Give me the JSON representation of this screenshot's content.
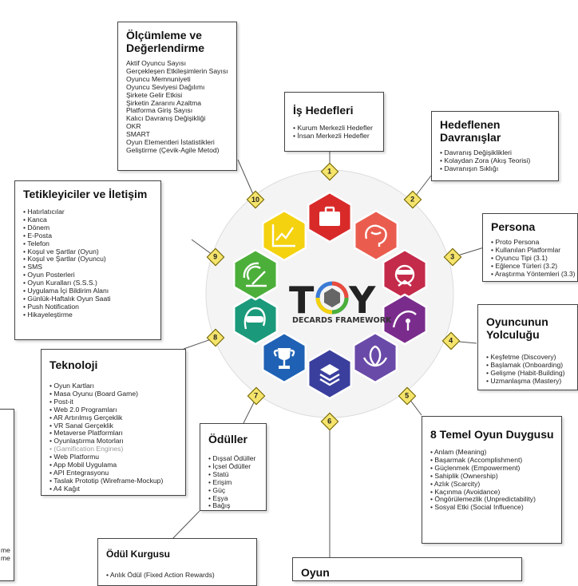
{
  "center": {
    "logo_t": "T",
    "logo_y": "Y",
    "subtitle": "DECARDS FRAMEWORK"
  },
  "boxes": {
    "olcumleme": {
      "title": "Ölçümleme ve Değerlendirme",
      "items": [
        "Aktif Oyuncu Sayısı",
        "Gerçekleşen Etkileşimlerin Sayısı",
        "Oyuncu Memnuniyeti",
        "Oyuncu Seviyesi Dağılımı",
        "Şirkete Gelir Etkisi",
        "Şirketin Zararını Azaltma",
        "Platforma Giriş Sayısı",
        "Kalıcı Davranış Değişikliği",
        "OKR",
        "SMART",
        "Oyun Elementleri İstatistikleri",
        "Geliştirme (Çevik-Agile Metod)"
      ]
    },
    "is_hedefleri": {
      "title": "İş Hedefleri",
      "items": [
        "Kurum Merkezli Hedefler",
        "İnsan Merkezli Hedefler"
      ]
    },
    "hedeflenen": {
      "title": "Hedeflenen Davranışlar",
      "items": [
        "Davranış Değişiklikleri",
        "Kolaydan Zora (Akış Teorisi)",
        "Davranışın Sıklığı"
      ]
    },
    "persona": {
      "title": "Persona",
      "items": [
        "Proto Persona",
        "Kullanılan Platformlar",
        "Oyuncu Tipi (3.1)",
        "Eğlence Türleri (3.2)",
        "Araştırma Yöntemleri (3.3)"
      ]
    },
    "yolculuk": {
      "title": "Oyuncunun Yolculuğu",
      "items": [
        "Keşfetme (Discovery)",
        "Başlamak (Onboarding)",
        "Gelişme (Habit-Building)",
        "Uzmanlaşma (Mastery)"
      ]
    },
    "sekiz": {
      "title": "8 Temel Oyun Duygusu",
      "items": [
        "Anlam (Meaning)",
        "Başarmak (Accomplishment)",
        "Güçlenmek (Empowerment)",
        "Sahiplik (Ownership)",
        "Azlık (Scarcity)",
        "Kaçınma (Avoidance)",
        "Öngörülemezlik (Unpredictability)",
        "Sosyal Etki (Social Influence)"
      ]
    },
    "oyun": {
      "title": "Oyun"
    },
    "oduller": {
      "title": "Ödüller",
      "items": [
        "Dışsal Ödüller",
        "İçsel Ödüller",
        "Statü",
        "Erişim",
        "Güç",
        "Eşya",
        "Bağış"
      ]
    },
    "odul_kurgusu": {
      "title": "Ödül Kurgusu",
      "items": [
        "Anlık Ödül (Fixed Action Rewards)"
      ]
    },
    "teknoloji": {
      "title": "Teknoloji",
      "items": [
        "Oyun Kartları",
        "Masa Oyunu (Board Game)",
        "Post-it",
        "Web 2.0 Programları",
        "AR Artırılmış Gerçeklik",
        "VR Sanal Gerçeklik",
        "Metaverse Platformları",
        "Oyunlaştırma Motorları",
        "(Gamification Engines)",
        "Web Platformu",
        "App Mobil Uygulama",
        "API Entegrasyonu",
        "Taslak Prototip (Wireframe-Mockup)",
        "A4 Kağıt"
      ]
    },
    "tetikleyiciler": {
      "title": "Tetikleyiciler ve İletişim",
      "items": [
        "Hatırlatıcılar",
        "Kanca",
        "Dönem",
        "E-Posta",
        "Telefon",
        "Koşul ve Şartlar (Oyun)",
        "Koşul ve Şartlar (Oyuncu)",
        "SMS",
        "Oyun Posterleri",
        "Oyun Kuralları (S.S.S.)",
        "Uygulama İçi Bildirim Alanı",
        "Günlük-Haftalık Oyun Saati",
        "Push Notification",
        "Hikayeleştirme"
      ]
    },
    "left_partial": {
      "items": [
        "me",
        "me"
      ]
    }
  },
  "badges": [
    "1",
    "2",
    "3",
    "4",
    "5",
    "6",
    "7",
    "8",
    "9",
    "10"
  ],
  "colors": {
    "red": "#d92a2a",
    "salmon": "#ea5d4e",
    "crimson": "#c42a4a",
    "purple": "#7a2c8c",
    "violet": "#6a4aa8",
    "navy": "#3a3f9e",
    "blue": "#1f62b5",
    "teal": "#1a9a7a",
    "green": "#4caf3a",
    "yellow": "#f4d20f",
    "badge": "#f5e46b"
  }
}
